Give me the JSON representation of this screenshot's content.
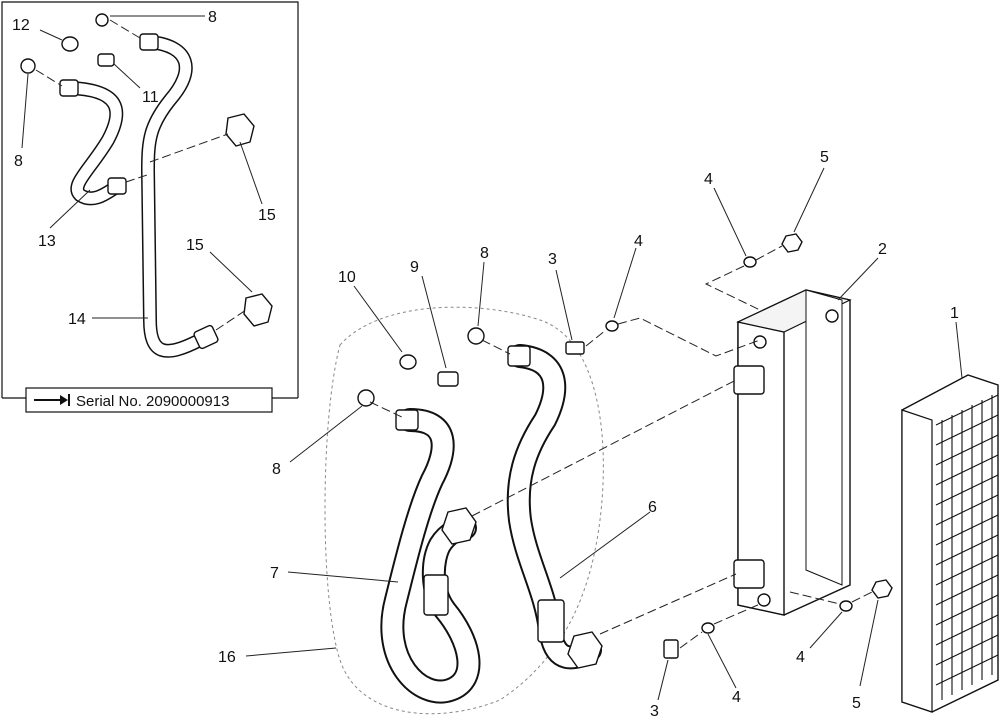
{
  "serial_box": {
    "text": "Serial No. 2090000913"
  },
  "callouts": {
    "c12": "12",
    "c8_top": "8",
    "c8_left": "8",
    "c11": "11",
    "c13": "13",
    "c15_top": "15",
    "c15_bottom": "15",
    "c14": "14",
    "c10": "10",
    "c9": "9",
    "c8_mid": "8",
    "c8_lower": "8",
    "c3_top": "3",
    "c4_top": "4",
    "c4_upper": "4",
    "c5_upper": "5",
    "c2": "2",
    "c1": "1",
    "c6": "6",
    "c7": "7",
    "c16": "16",
    "c3_bottom": "3",
    "c4_bottom": "4",
    "c4_right": "4",
    "c5_bottom": "5"
  },
  "icons": [
    "arrow-bar-icon"
  ]
}
